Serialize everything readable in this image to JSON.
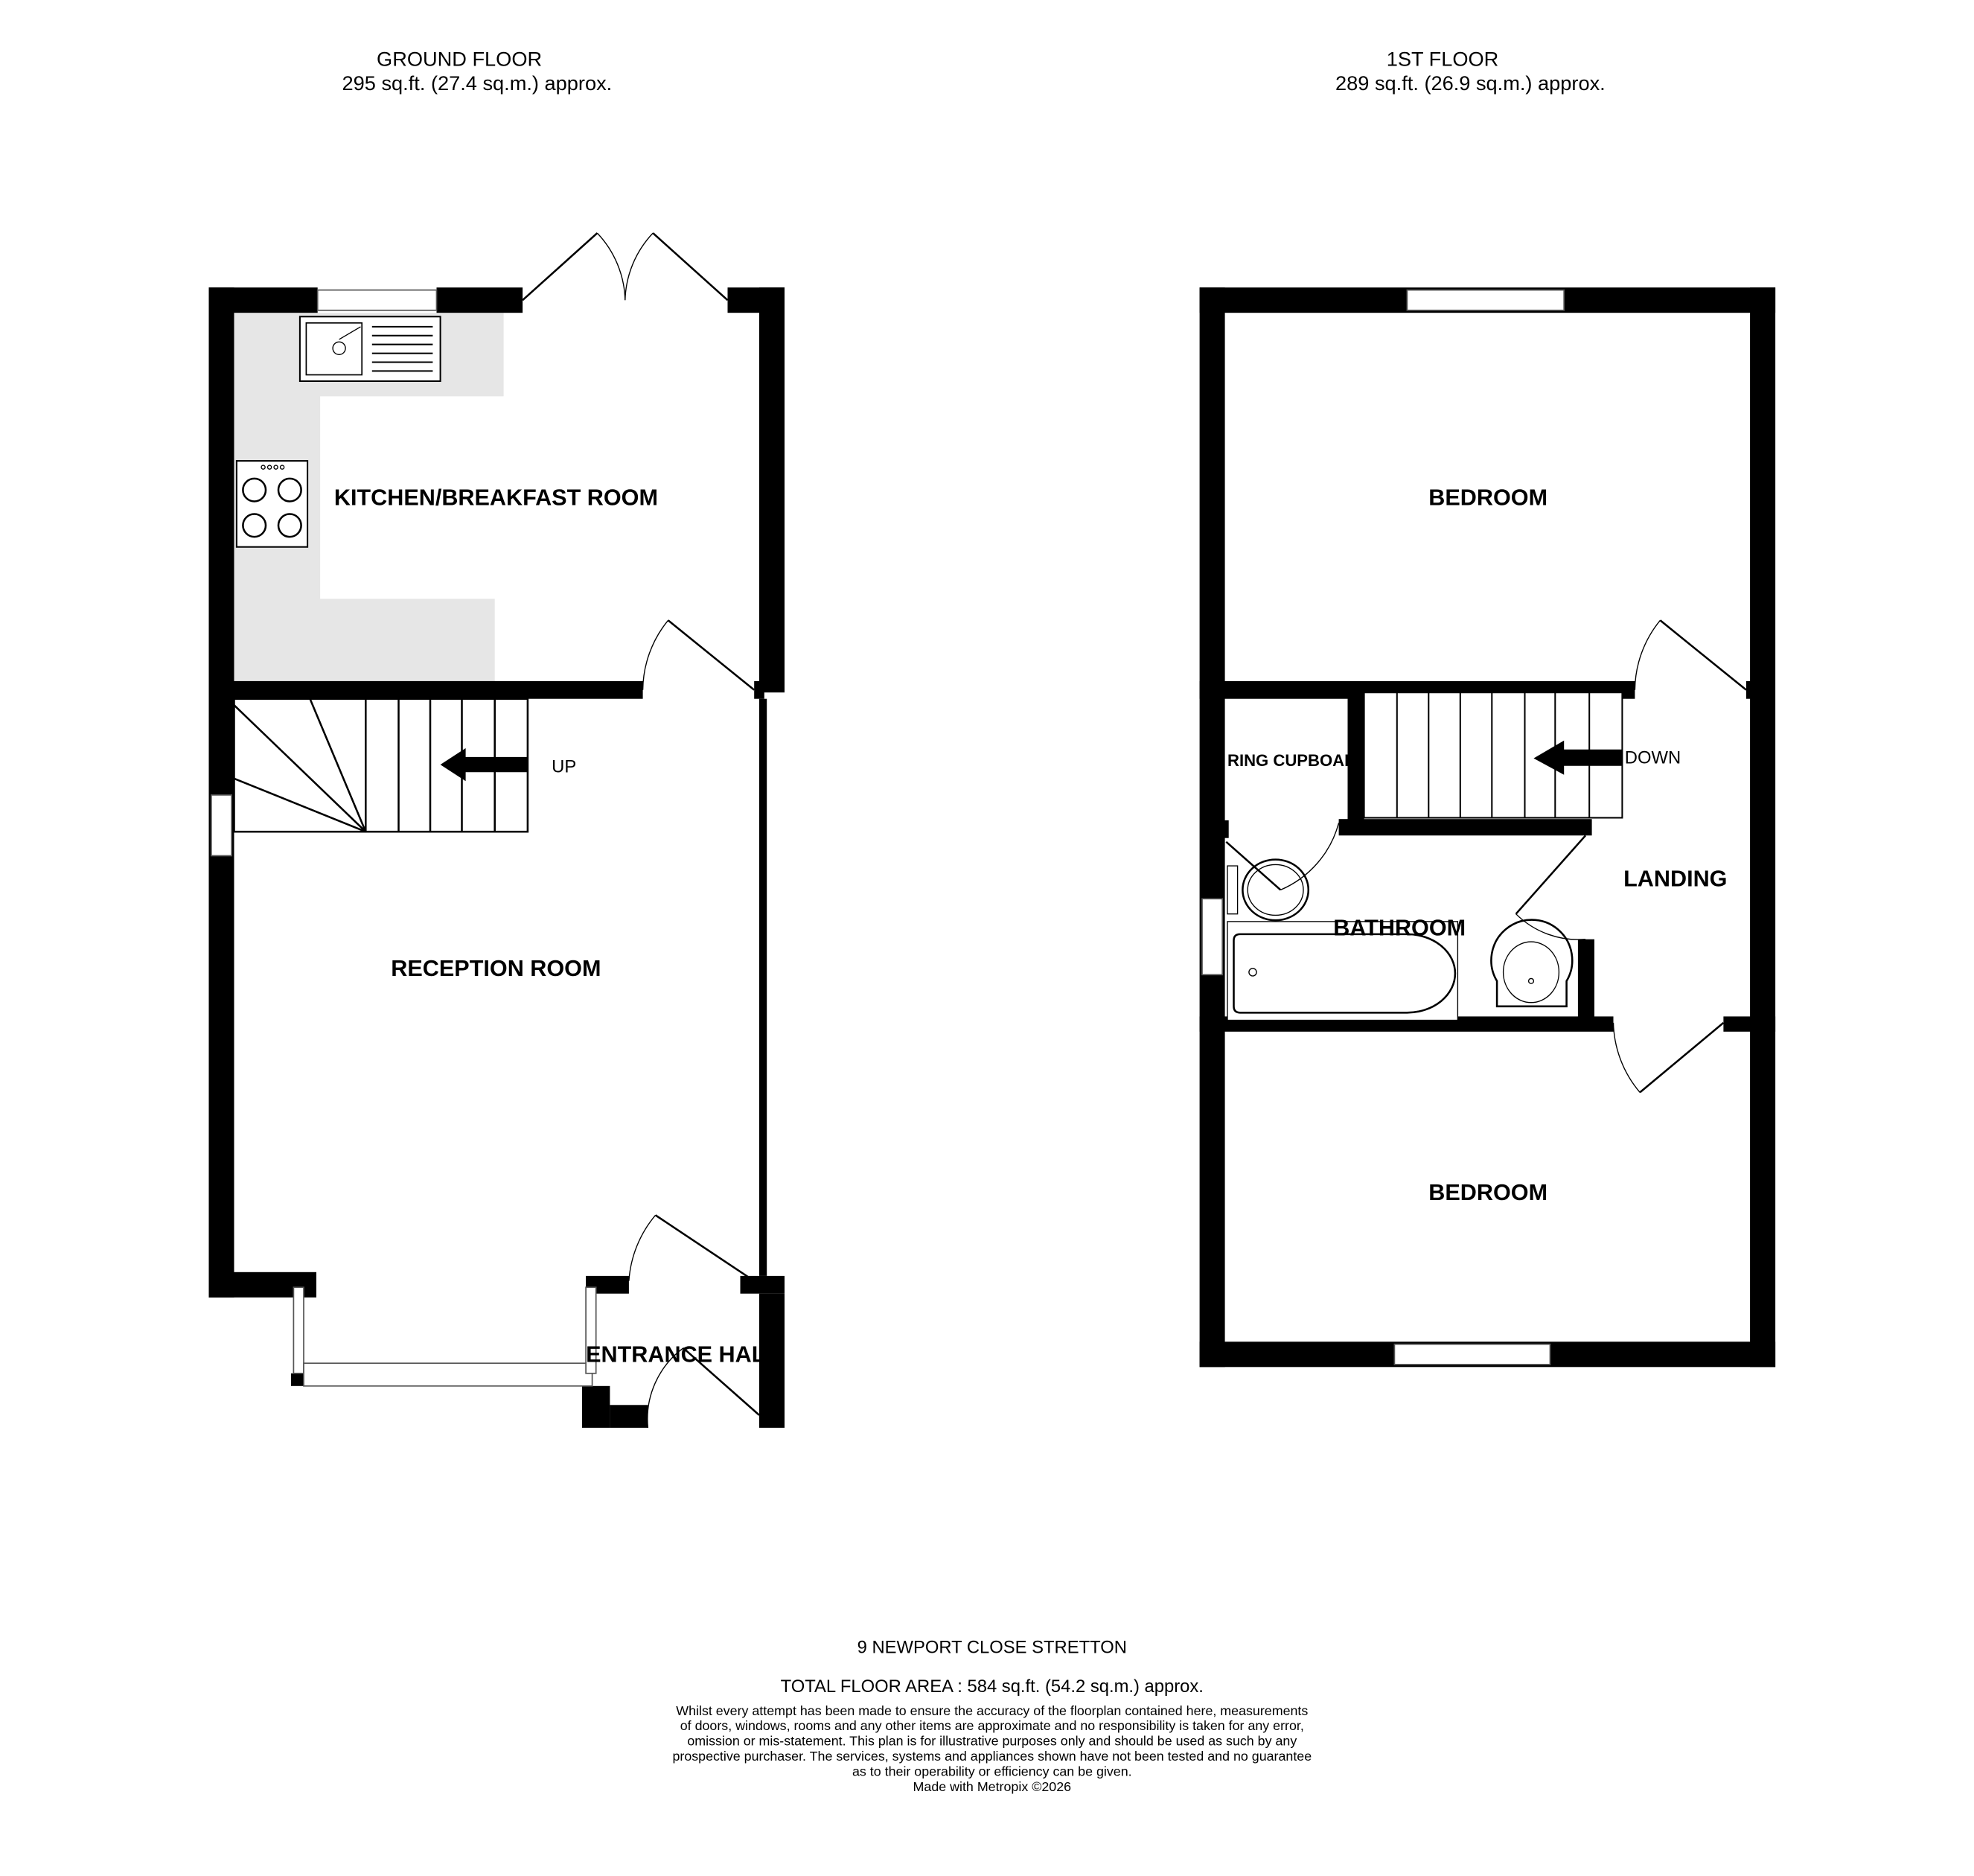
{
  "ground_floor": {
    "title": "GROUND FLOOR",
    "area": "295 sq.ft. (27.4 sq.m.) approx.",
    "rooms": {
      "kitchen": "KITCHEN/BREAKFAST ROOM",
      "reception": "RECEPTION ROOM",
      "entrance": "ENTRANCE HAL"
    },
    "stairs_label": "UP"
  },
  "first_floor": {
    "title": "1ST FLOOR",
    "area": "289 sq.ft. (26.9 sq.m.) approx.",
    "rooms": {
      "bedroom_1": "BEDROOM",
      "bedroom_2": "BEDROOM",
      "airing": "RING CUPBOAR",
      "landing": "LANDING",
      "bathroom": "BATHROOM"
    },
    "stairs_label": "DOWN"
  },
  "footer": {
    "address": "9 NEWPORT CLOSE STRETTON",
    "total_area": "TOTAL FLOOR AREA : 584 sq.ft. (54.2 sq.m.) approx.",
    "disclaimer": [
      "Whilst every attempt has been made to ensure the accuracy of the floorplan contained here, measurements",
      "of doors, windows, rooms and any other items are approximate and no responsibility is taken for any error,",
      "omission or mis-statement. This plan is for illustrative purposes only and should be used as such by any",
      "prospective purchaser. The services, systems and appliances shown have not been tested and no guarantee",
      "as to their operability or efficiency can be given."
    ],
    "credit": "Made with Metropix ©2026"
  },
  "colors": {
    "wall": "#000000",
    "worktop": "#e6e6e6"
  }
}
